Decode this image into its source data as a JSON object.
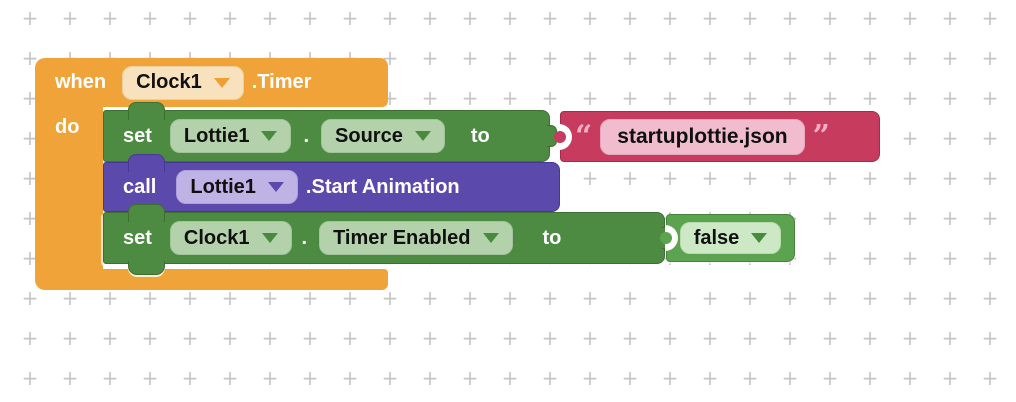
{
  "colors": {
    "event_block": "#F0A339",
    "event_dropdown": "#F8E2BD",
    "setter_block": "#4D8B42",
    "setter_dropdown": "#B3D2AB",
    "method_block": "#5B4AAB",
    "method_dropdown": "#BFB3E6",
    "text_block": "#C63B5E",
    "text_input": "#F1BCCE",
    "boolean_block": "#5CA350",
    "boolean_dropdown": "#CDE8C5",
    "grid_cross": "#C5C5C5"
  },
  "blocks": {
    "when_event": {
      "keyword": "when",
      "component": "Clock1",
      "event": ".Timer",
      "do_keyword": "do"
    },
    "set_source": {
      "keyword": "set",
      "component": "Lottie1",
      "dot": ".",
      "property": "Source",
      "to": "to"
    },
    "text_value": {
      "open_quote": "“",
      "value": "startuplottie.json",
      "close_quote": "”"
    },
    "call_method": {
      "keyword": "call",
      "component": "Lottie1",
      "method": ".Start Animation"
    },
    "set_timer_enabled": {
      "keyword": "set",
      "component": "Clock1",
      "dot": ".",
      "property": "Timer Enabled",
      "to": "to"
    },
    "boolean_value": {
      "value": "false"
    }
  }
}
